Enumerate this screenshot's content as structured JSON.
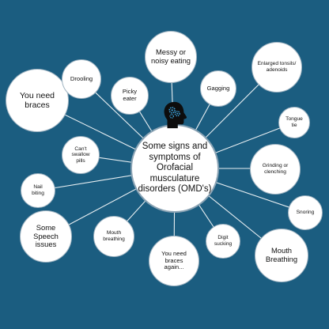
{
  "center_label": "Some signs and symptoms of Orofacial musculature disorders (OMD's)",
  "nodes": [
    {
      "id": "braces",
      "label": "You need braces"
    },
    {
      "id": "drooling",
      "label": "Drooling"
    },
    {
      "id": "picky",
      "label": "Picky eater"
    },
    {
      "id": "messy",
      "label": "Messy or noisy eating"
    },
    {
      "id": "gagging",
      "label": "Gagging"
    },
    {
      "id": "tonsils",
      "label": "Enlarged tonsils/ adenoids"
    },
    {
      "id": "tongue",
      "label": "Tongue tie"
    },
    {
      "id": "swallow",
      "label": "Can't swallow pills"
    },
    {
      "id": "grinding",
      "label": "Grinding or clenching"
    },
    {
      "id": "nail",
      "label": "Nail biting"
    },
    {
      "id": "snoring",
      "label": "Snoring"
    },
    {
      "id": "speech",
      "label": "Some Speech issues"
    },
    {
      "id": "mouthbreathing",
      "label": "Mouth breathing"
    },
    {
      "id": "bracesagain",
      "label": "You need braces again..."
    },
    {
      "id": "digit",
      "label": "Digit sucking"
    },
    {
      "id": "mouthbreathing2",
      "label": "Mouth Breathing"
    }
  ],
  "colors": {
    "background": "#1b5d80",
    "bubble": "#ffffff",
    "line": "#ffffff",
    "icon": "#0d0d0d",
    "icon_accent": "#3aa0d8"
  },
  "icon": "head-gears-icon"
}
